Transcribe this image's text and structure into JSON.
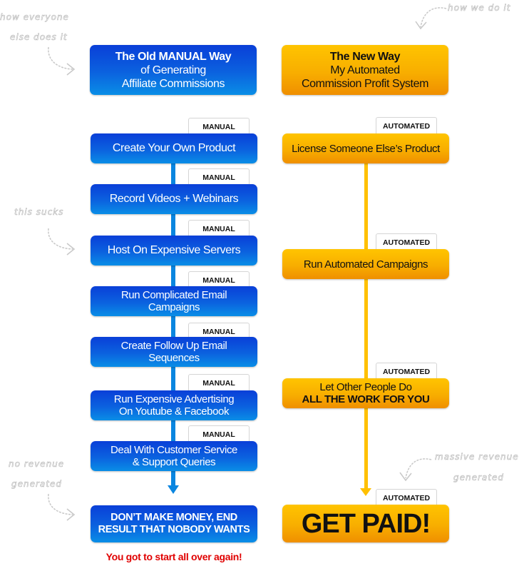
{
  "annotations": {
    "left_top": [
      "how everyone",
      "else does it"
    ],
    "right_top": "how we do it",
    "left_middle": "this sucks",
    "left_bottom": [
      "no revenue",
      "generated"
    ],
    "right_bottom": [
      "massive revenue",
      "generated"
    ]
  },
  "old_way": {
    "header": {
      "title": "The Old MANUAL Way",
      "line2": "of Generating",
      "line3": "Affiliate Commissions"
    },
    "tag_label": "MANUAL",
    "steps": [
      {
        "tag": "MANUAL",
        "line1": "Create Your Own Product",
        "line2": ""
      },
      {
        "tag": "MANUAL",
        "line1": "Record Videos + Webinars",
        "line2": ""
      },
      {
        "tag": "MANUAL",
        "line1": "Host On Expensive Servers",
        "line2": ""
      },
      {
        "tag": "MANUAL",
        "line1": "Run Complicated Email",
        "line2": "Campaigns"
      },
      {
        "tag": "MANUAL",
        "line1": "Create Follow Up Email",
        "line2": "Sequences"
      },
      {
        "tag": "MANUAL",
        "line1": "Run Expensive Advertising",
        "line2": "On Youtube & Facebook"
      },
      {
        "tag": "MANUAL",
        "line1": "Deal With Customer Service",
        "line2": "& Support Queries"
      }
    ],
    "result": {
      "line1": "DON’T MAKE MONEY, END",
      "line2": "RESULT THAT NOBODY WANTS"
    },
    "footer": "You got to start all over again!"
  },
  "new_way": {
    "header": {
      "title": "The New Way",
      "line2": "My Automated",
      "line3": "Commission Profit System"
    },
    "steps": [
      {
        "tag": "AUTOMATED",
        "line1": "License Someone Else’s Product",
        "line2": ""
      },
      {
        "tag": "AUTOMATED",
        "line1": "Run Automated Campaigns",
        "line2": ""
      },
      {
        "tag": "AUTOMATED",
        "line1": "Let Other People Do",
        "line2": "ALL THE WORK FOR YOU"
      }
    ],
    "result": {
      "tag": "AUTOMATED",
      "label": "GET PAID!"
    }
  },
  "colors": {
    "old_way_blue": "#0b62df",
    "new_way_orange": "#f8ae00",
    "footer_red": "#e00000",
    "annotation_gray": "#b8b8b8"
  }
}
